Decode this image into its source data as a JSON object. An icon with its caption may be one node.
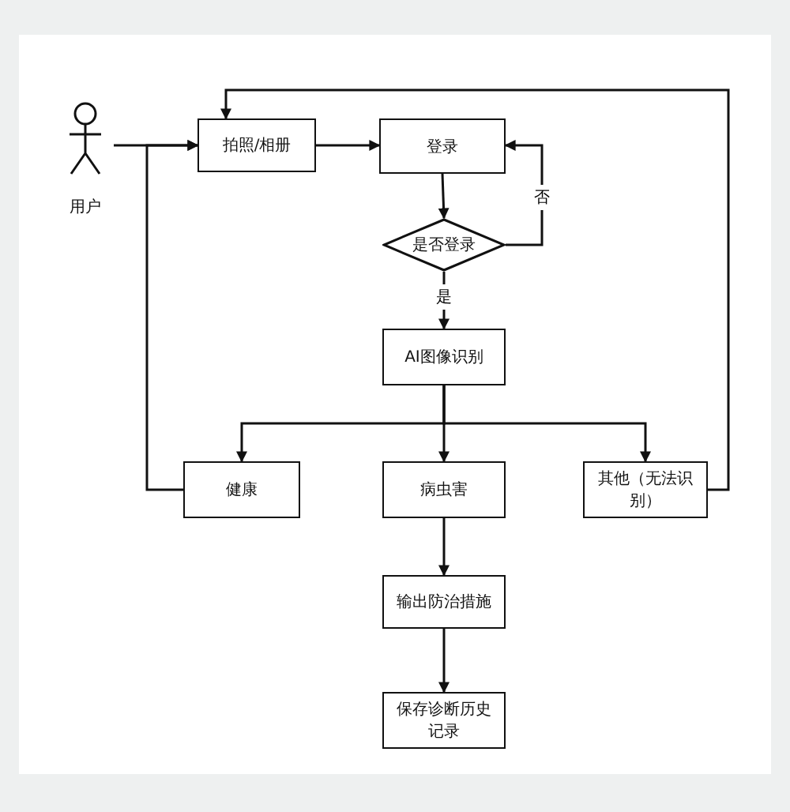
{
  "diagram": {
    "nodes": [
      {
        "text": [
          "用户"
        ]
      },
      {
        "text": [
          "拍照/相册"
        ]
      },
      {
        "text": [
          "登录"
        ]
      },
      {
        "text": [
          "是否登录"
        ]
      },
      {
        "text": [
          "AI图像识别"
        ]
      },
      {
        "text": [
          "健康"
        ]
      },
      {
        "text": [
          "病虫害"
        ]
      },
      {
        "text": [
          "其他（无法识别）"
        ]
      },
      {
        "text": [
          "输出防治措施"
        ]
      },
      {
        "text": [
          "保存诊断历史记录"
        ]
      }
    ],
    "edges": [
      {
        "from": 0,
        "to": 1,
        "arrow": "to"
      },
      {
        "from": 1,
        "to": 2,
        "arrow": "to"
      },
      {
        "from": 2,
        "to": 3,
        "arrow": "to"
      },
      {
        "from": 3,
        "to": 2,
        "arrow": "to",
        "label": "否"
      },
      {
        "from": 3,
        "to": 4,
        "arrow": "to",
        "label": "是"
      },
      {
        "from": 4,
        "to": 5,
        "arrow": "to"
      },
      {
        "from": 4,
        "to": 6,
        "arrow": "to"
      },
      {
        "from": 4,
        "to": 7,
        "arrow": "to"
      },
      {
        "from": 5,
        "to": 1,
        "arrow": "to"
      },
      {
        "from": 7,
        "to": 1,
        "arrow": "to"
      },
      {
        "from": 6,
        "to": 8,
        "arrow": "to"
      },
      {
        "from": 8,
        "to": 9,
        "arrow": "to"
      }
    ]
  }
}
